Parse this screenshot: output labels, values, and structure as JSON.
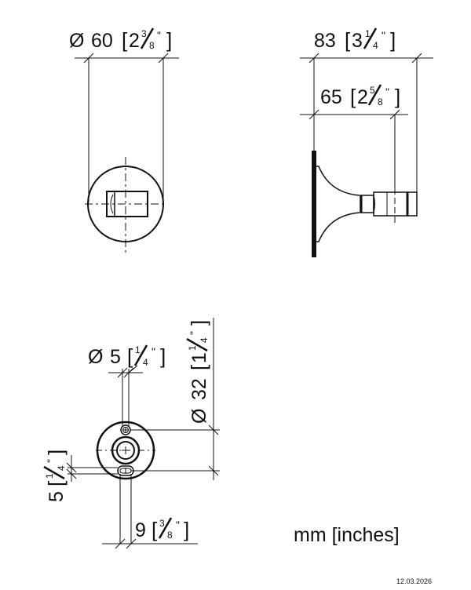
{
  "drawing": {
    "type": "technical-dimension-drawing",
    "views": [
      "front-view",
      "side-view",
      "plan-view"
    ]
  },
  "dimensions": {
    "front_diameter": {
      "symbol": "Ø",
      "mm": "60",
      "inch_whole": "2",
      "inch_num": "3",
      "inch_den": "8"
    },
    "overall_depth": {
      "mm": "83",
      "inch_whole": "3",
      "inch_num": "1",
      "inch_den": "4"
    },
    "body_depth": {
      "mm": "65",
      "inch_whole": "2",
      "inch_num": "5",
      "inch_den": "8"
    },
    "hole_diameter": {
      "symbol": "Ø",
      "mm": "5",
      "inch_whole": "",
      "inch_num": "1",
      "inch_den": "4"
    },
    "plate_diameter": {
      "symbol": "Ø",
      "mm": "32",
      "inch_whole": "1",
      "inch_num": "1",
      "inch_den": "4"
    },
    "slot_height": {
      "mm": "5",
      "inch_whole": "",
      "inch_num": "1",
      "inch_den": "4"
    },
    "slot_width": {
      "mm": "9",
      "inch_whole": "",
      "inch_num": "3",
      "inch_den": "8"
    }
  },
  "units_label": "mm [inches]",
  "date": "12.03.2026",
  "colors": {
    "line": "#111111",
    "background": "#ffffff"
  }
}
